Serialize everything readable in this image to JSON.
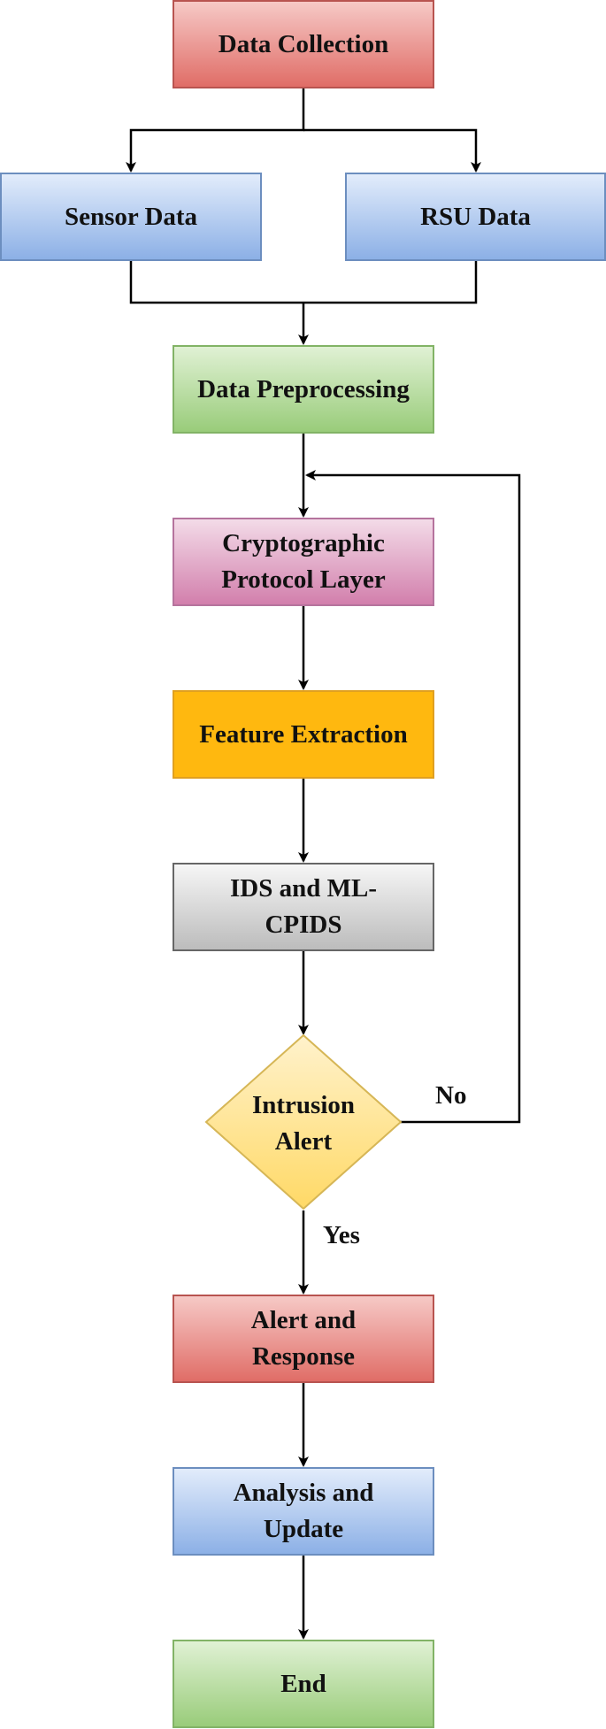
{
  "nodes": {
    "data_collection": "Data Collection",
    "sensor_data": "Sensor Data",
    "rsu_data": "RSU Data",
    "data_preprocessing": "Data Preprocessing",
    "cryptographic_protocol_layer": "Cryptographic Protocol Layer",
    "feature_extraction": "Feature Extraction",
    "ids_ml_cpids": "IDS and ML-CPIDS",
    "intrusion_alert": "Intrusion Alert",
    "alert_response": "Alert and Response",
    "analysis_update": "Analysis and Update",
    "end": "End"
  },
  "edge_labels": {
    "no": "No",
    "yes": "Yes"
  },
  "colors": {
    "red": "#e06d67",
    "blue": "#8cb0e6",
    "green": "#99cc7a",
    "pink": "#d27fac",
    "orange": "#ffb80f",
    "gray": "#bcbcbc",
    "diamond": "#ffd966"
  }
}
